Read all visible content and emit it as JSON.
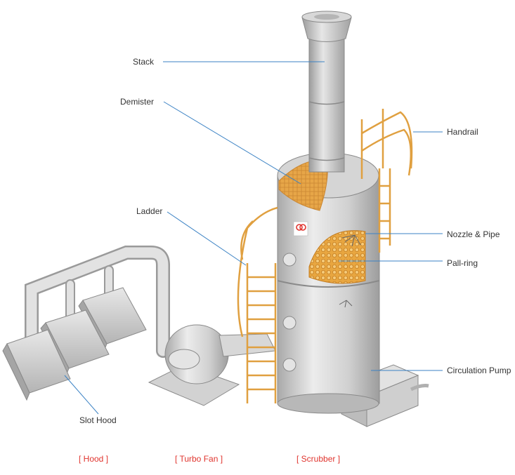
{
  "labels": {
    "stack": "Stack",
    "demister": "Demister",
    "ladder": "Ladder",
    "slot_hood": "Slot Hood",
    "handrail": "Handrail",
    "nozzle_pipe": "Nozzle & Pipe",
    "pall_ring": "Pall-ring",
    "circulation_pump": "Circulation Pump"
  },
  "captions": {
    "hood": "[ Hood ]",
    "turbo_fan": "[ Turbo Fan ]",
    "scrubber": "[ Scrubber ]"
  },
  "colors": {
    "leader_line": "#3b82c4",
    "caption": "#e0342e",
    "body_gray": "#c8c8c8",
    "packing_orange": "#e8a640",
    "rail_orange": "#e0a040",
    "pump_blue": "#2d4fa8"
  }
}
